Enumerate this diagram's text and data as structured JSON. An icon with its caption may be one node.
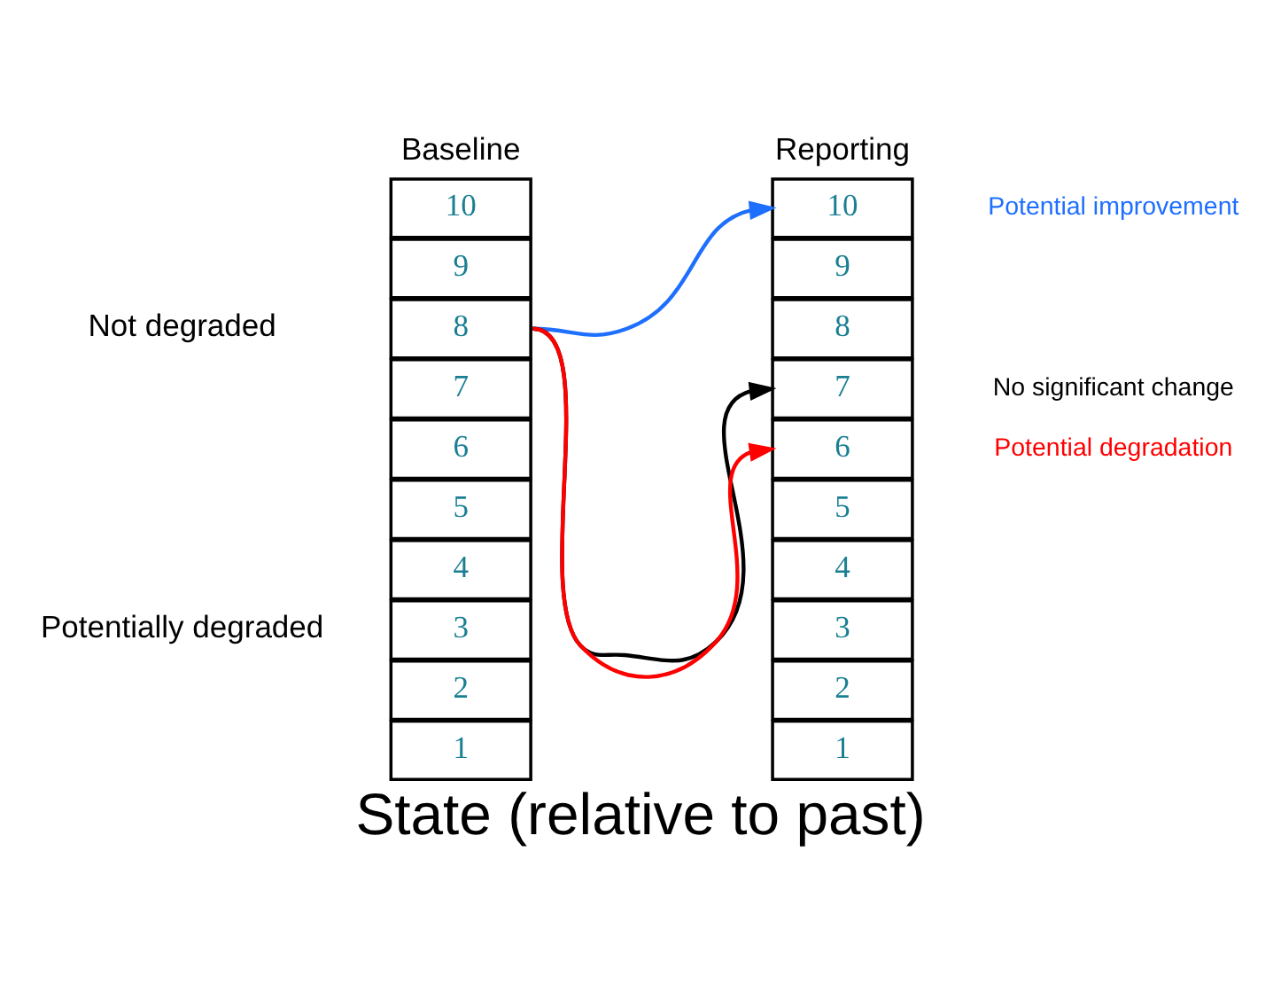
{
  "diagram": {
    "caption": "State (relative to past)",
    "nodes": [
      {
        "text": [
          "10"
        ]
      },
      {
        "text": [
          "9"
        ]
      },
      {
        "text": [
          "8"
        ]
      },
      {
        "text": [
          "7"
        ]
      },
      {
        "text": [
          "6"
        ]
      },
      {
        "text": [
          "5"
        ]
      },
      {
        "text": [
          "4"
        ]
      },
      {
        "text": [
          "3"
        ]
      },
      {
        "text": [
          "2"
        ]
      },
      {
        "text": [
          "1"
        ]
      },
      {
        "text": [
          "10"
        ],
        "beside": [
          "Potential improvement"
        ]
      },
      {
        "text": [
          "9"
        ]
      },
      {
        "text": [
          "8"
        ]
      },
      {
        "text": [
          "7"
        ],
        "beside": [
          "No significant change"
        ]
      },
      {
        "text": [
          "6"
        ],
        "beside": [
          "Potential degradation"
        ]
      },
      {
        "text": [
          "5"
        ]
      },
      {
        "text": [
          "4"
        ]
      },
      {
        "text": [
          "3"
        ]
      },
      {
        "text": [
          "2"
        ]
      },
      {
        "text": [
          "1"
        ]
      }
    ],
    "edges": [
      {
        "from": 2,
        "to": 10,
        "arrow": "to",
        "color": "#1f6fff"
      },
      {
        "from": 2,
        "to": 13,
        "arrow": "to",
        "color": "#000000"
      },
      {
        "from": 2,
        "to": 14,
        "arrow": "to",
        "color": "#ff0000"
      }
    ],
    "labels": [
      "Baseline",
      "Reporting",
      "Not degraded",
      "Potentially degraded"
    ]
  }
}
